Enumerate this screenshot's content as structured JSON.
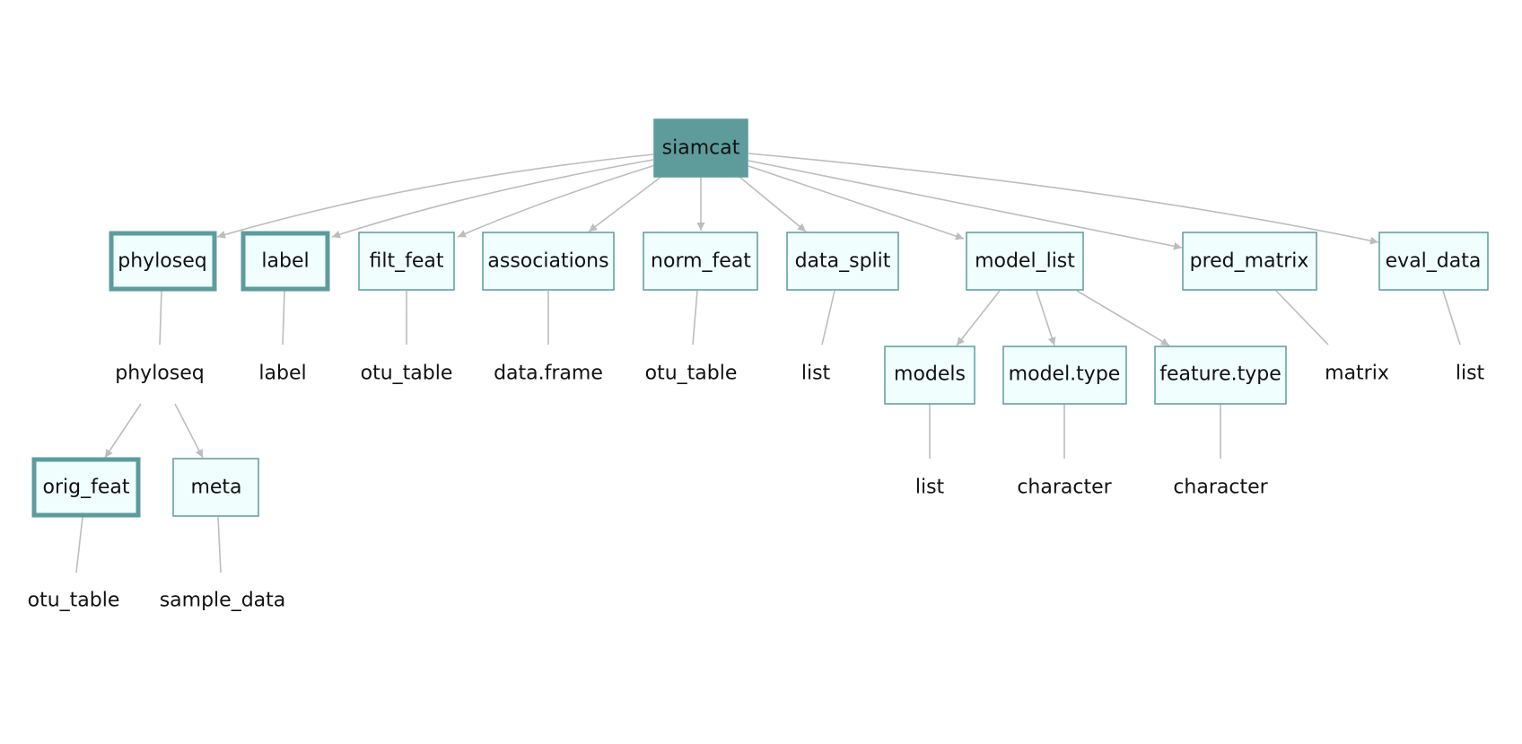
{
  "root": {
    "label": "siamcat"
  },
  "nodes": {
    "phyloseq": "phyloseq",
    "label": "label",
    "filt_feat": "filt_feat",
    "associations": "associations",
    "norm_feat": "norm_feat",
    "data_split": "data_split",
    "model_list": "model_list",
    "pred_matrix": "pred_matrix",
    "eval_data": "eval_data",
    "orig_feat": "orig_feat",
    "meta": "meta",
    "models": "models",
    "model_type": "model.type",
    "feature_type": "feature.type"
  },
  "types": {
    "phyloseq": "phyloseq",
    "label": "label",
    "filt_feat": "otu_table",
    "associations": "data.frame",
    "norm_feat": "otu_table",
    "data_split": "list",
    "pred_matrix": "matrix",
    "eval_data": "list",
    "orig_feat": "otu_table",
    "meta": "sample_data",
    "models": "list",
    "model_type": "character",
    "feature_type": "character"
  },
  "colors": {
    "accent": "#5e9c9c",
    "box_fill": "#f0fefe",
    "edge": "#bdbdbd",
    "text": "#111111"
  }
}
